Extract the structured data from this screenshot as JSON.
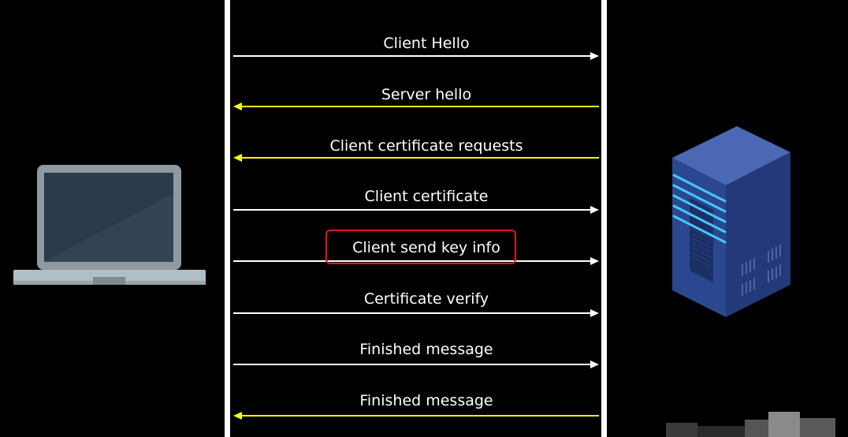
{
  "colors": {
    "background": "#000000",
    "divider": "#ffffff",
    "client_to_server": "#ffffff",
    "server_to_client": "#ffff00",
    "highlight": "#e8141e"
  },
  "client": {
    "icon": "laptop-icon"
  },
  "server": {
    "icon": "server-rack-icon"
  },
  "messages": [
    {
      "label": "Client Hello",
      "direction": "client-to-server"
    },
    {
      "label": "Server hello",
      "direction": "server-to-client"
    },
    {
      "label": "Client certificate requests",
      "direction": "server-to-client"
    },
    {
      "label": "Client certificate",
      "direction": "client-to-server"
    },
    {
      "label": "Client send key info",
      "direction": "client-to-server",
      "highlighted": true
    },
    {
      "label": "Certificate verify",
      "direction": "client-to-server"
    },
    {
      "label": "Finished message",
      "direction": "client-to-server"
    },
    {
      "label": "Finished message",
      "direction": "server-to-client"
    }
  ]
}
